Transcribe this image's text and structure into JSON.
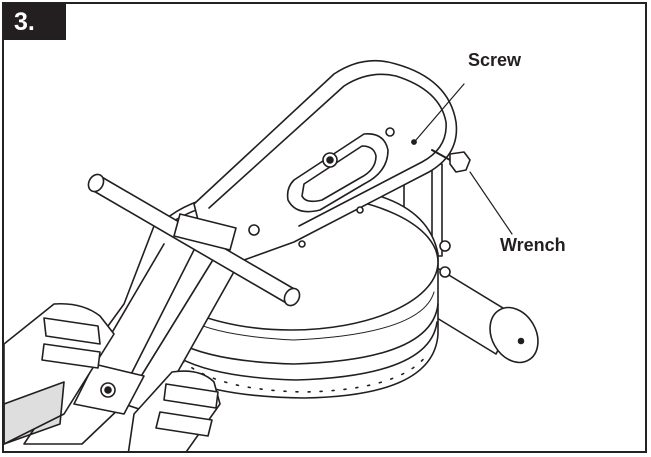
{
  "step": {
    "number": "3."
  },
  "labels": {
    "screw": "Screw",
    "wrench": "Wrench"
  },
  "colors": {
    "ink": "#231f20",
    "paper": "#ffffff"
  }
}
